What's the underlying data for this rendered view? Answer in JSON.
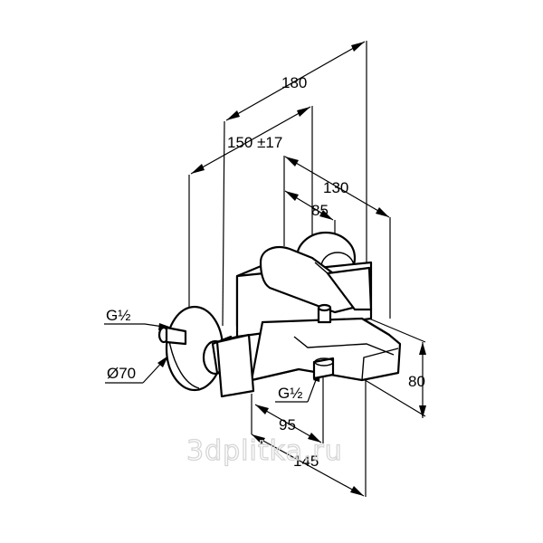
{
  "dimensions": {
    "overall_width": "180",
    "spout_projection": "150 ±17",
    "body_depth": "130",
    "handle_depth": "85",
    "height": "80",
    "outlet_offset": "95",
    "total_length": "145",
    "inlet_connection": "G½",
    "outlet_connection": "G½",
    "escutcheon_diameter": "Ø70"
  },
  "watermark": "3dplitka.ru",
  "colors": {
    "line": "#000000",
    "watermark": "#d6d6d6",
    "background": "#ffffff"
  }
}
